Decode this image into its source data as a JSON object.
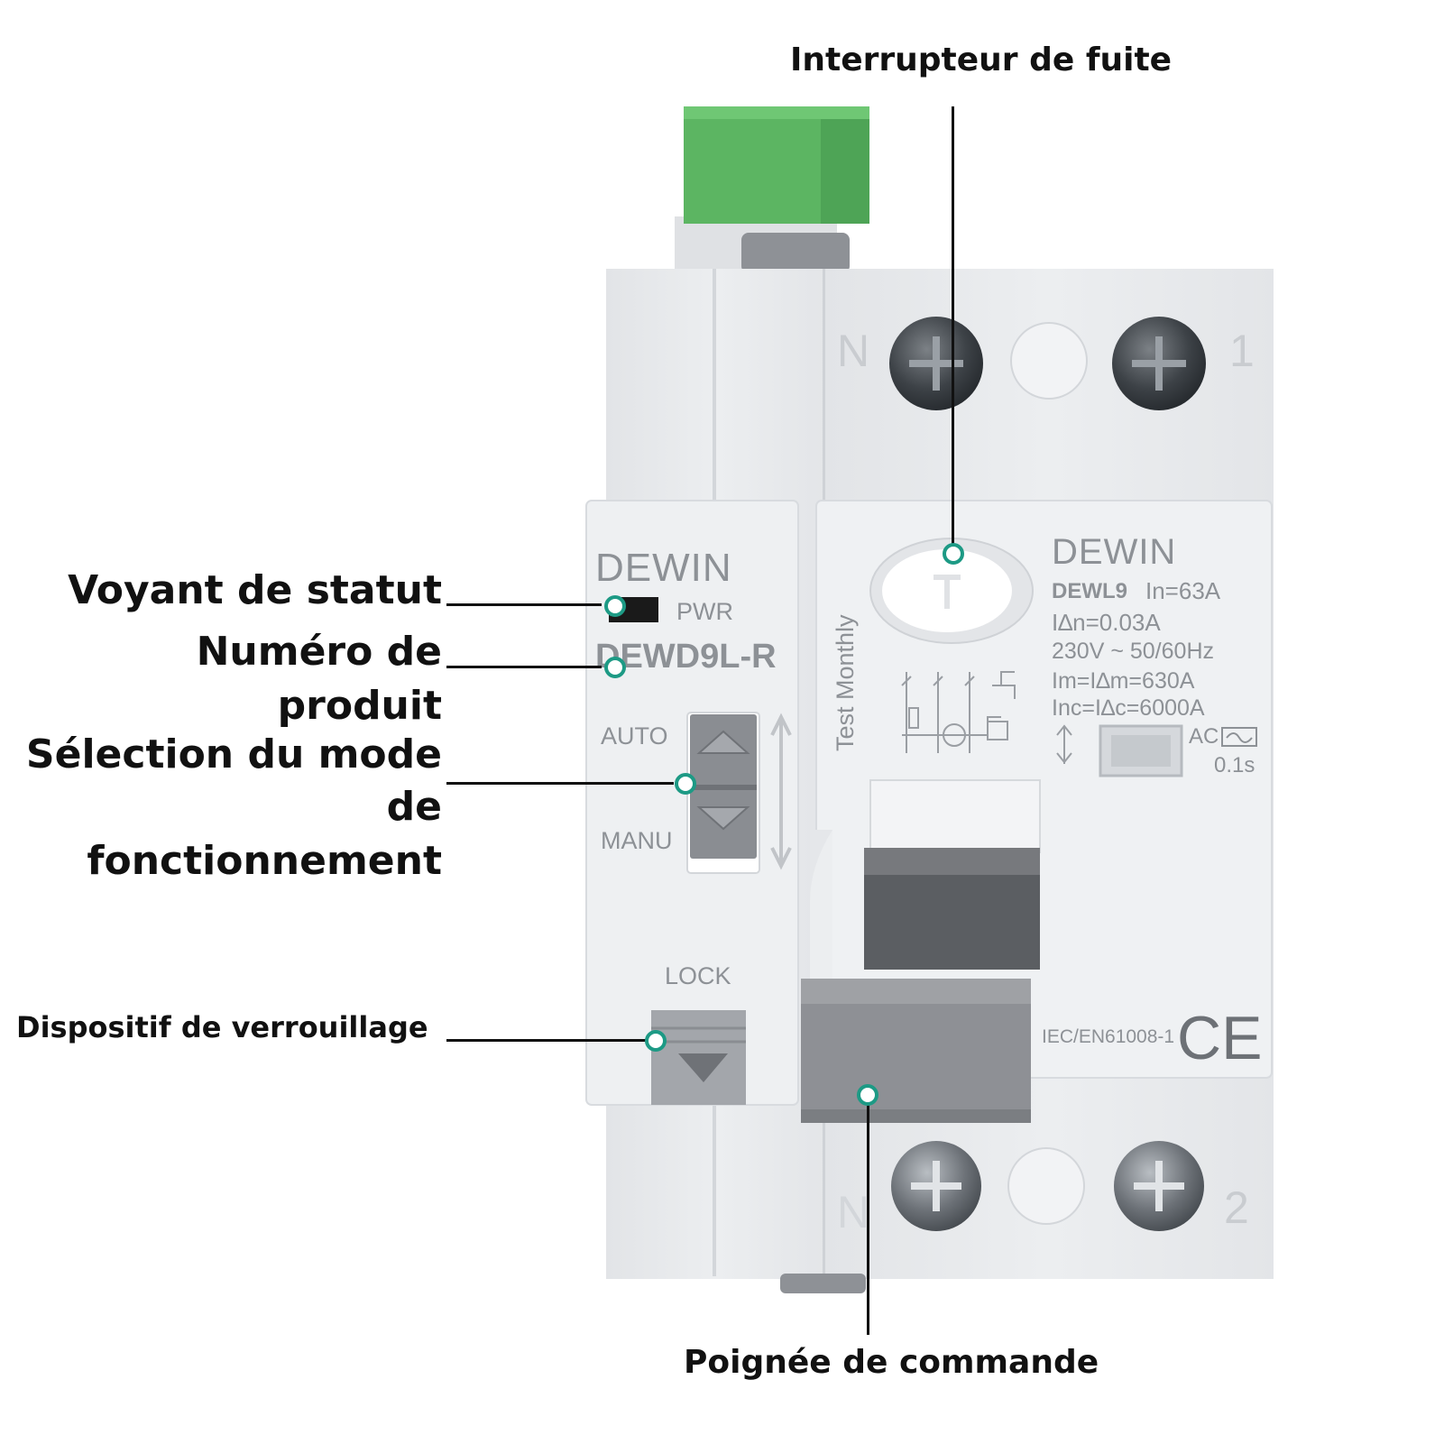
{
  "callouts": {
    "leak_switch": "Interrupteur de fuite",
    "status_light": "Voyant de statut",
    "product_number": "Numéro de produit",
    "mode_select_line1": "Sélection du mode",
    "mode_select_line2": "de fonctionnement",
    "lock_device": "Dispositif de verrouillage",
    "control_handle": "Poignée de commande"
  },
  "device": {
    "brand_left": "DEWIN",
    "brand_right": "DEWIN",
    "pwr": "PWR",
    "model_left": "DEWD9L-R",
    "auto": "AUTO",
    "manu": "MANU",
    "lock": "LOCK",
    "test_monthly": "Test Monthly",
    "model_right": "DEWL9",
    "rating_in": "In=63A",
    "rating_idn": "I∆n=0.03A",
    "voltage": "230V ~ 50/60Hz",
    "im": "Im=I∆m=630A",
    "inc": "Inc=I∆c=6000A",
    "ac": "AC",
    "trip_time": "0.1s",
    "standard": "IEC/EN61008-1",
    "ce": "CE",
    "term_n_top": "N",
    "term_1": "1",
    "term_n_bottom": "N",
    "term_2": "2"
  },
  "colors": {
    "accent_dot": "#1d9a85",
    "green_connector": "#5cb562",
    "body": "#e9eaec",
    "handle": "#8e9095"
  }
}
